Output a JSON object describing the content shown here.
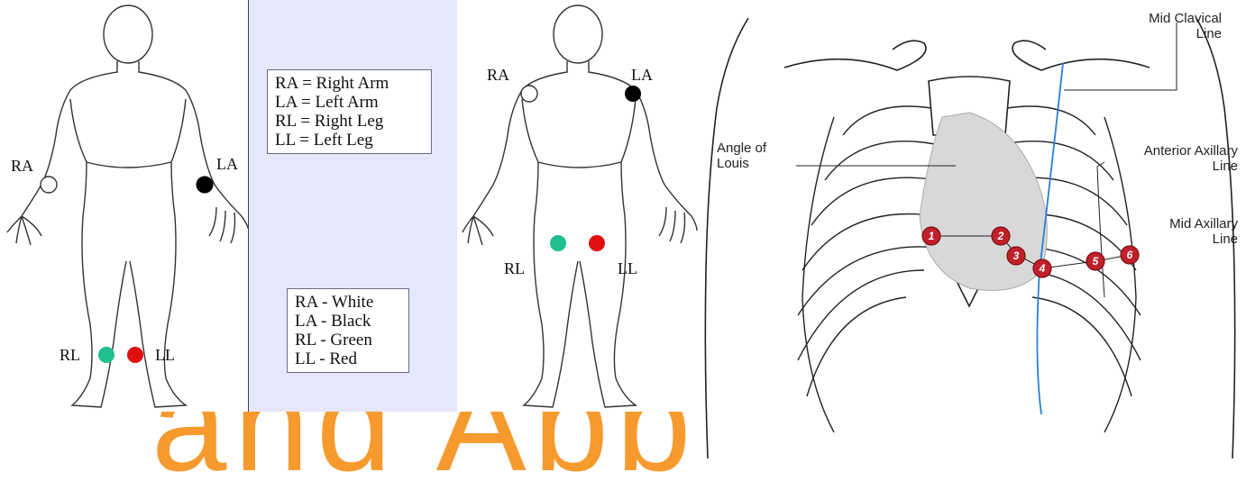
{
  "watermark": "and Abb",
  "figure1": {
    "labels": {
      "ra": "RA",
      "la": "LA",
      "rl": "RL",
      "ll": "LL"
    }
  },
  "legend_names": [
    "RA = Right Arm",
    "LA = Left Arm",
    "RL = Right Leg",
    "LL = Left Leg"
  ],
  "legend_colors": [
    "RA - White",
    "LA - Black",
    "RL - Green",
    "LL - Red"
  ],
  "figure2": {
    "labels": {
      "ra": "RA",
      "la": "LA",
      "rl": "RL",
      "ll": "LL"
    }
  },
  "electrode_colors": {
    "white": "#ffffff",
    "black": "#000000",
    "green": "#1fbf8f",
    "red": "#e01010"
  },
  "chest": {
    "labels": {
      "mid_clavical": "Mid Clavical\nLine",
      "angle_of_louis": "Angle of\nLouis",
      "anterior_axillary": "Anterior Axillary\nLine",
      "mid_axillary": "Mid Axillary\nLine"
    },
    "electrodes": [
      "1",
      "2",
      "3",
      "4",
      "5",
      "6"
    ],
    "electrode_color": "#c0202a",
    "midline_color": "#2a7fd4"
  }
}
